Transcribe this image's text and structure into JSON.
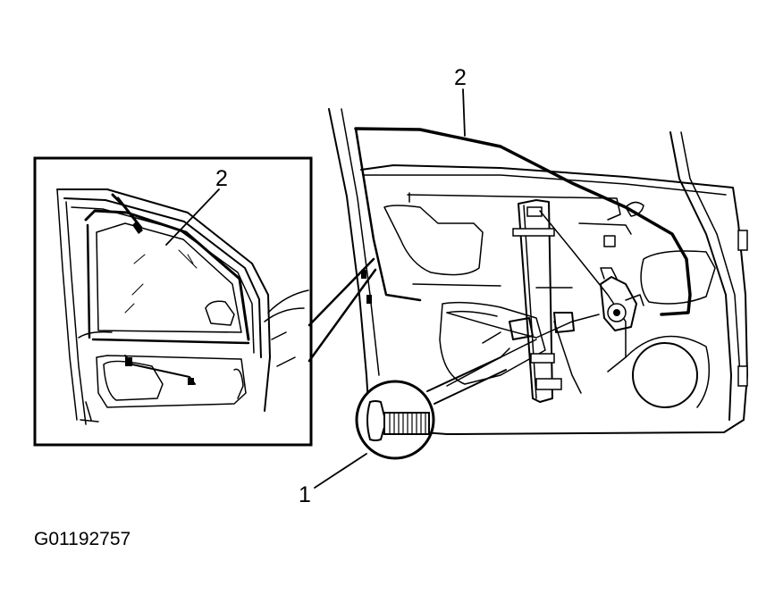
{
  "callouts": {
    "main_panel_number": "2",
    "inset_panel_number": "2",
    "fastener_number": "1"
  },
  "figure_id": "G01192757"
}
